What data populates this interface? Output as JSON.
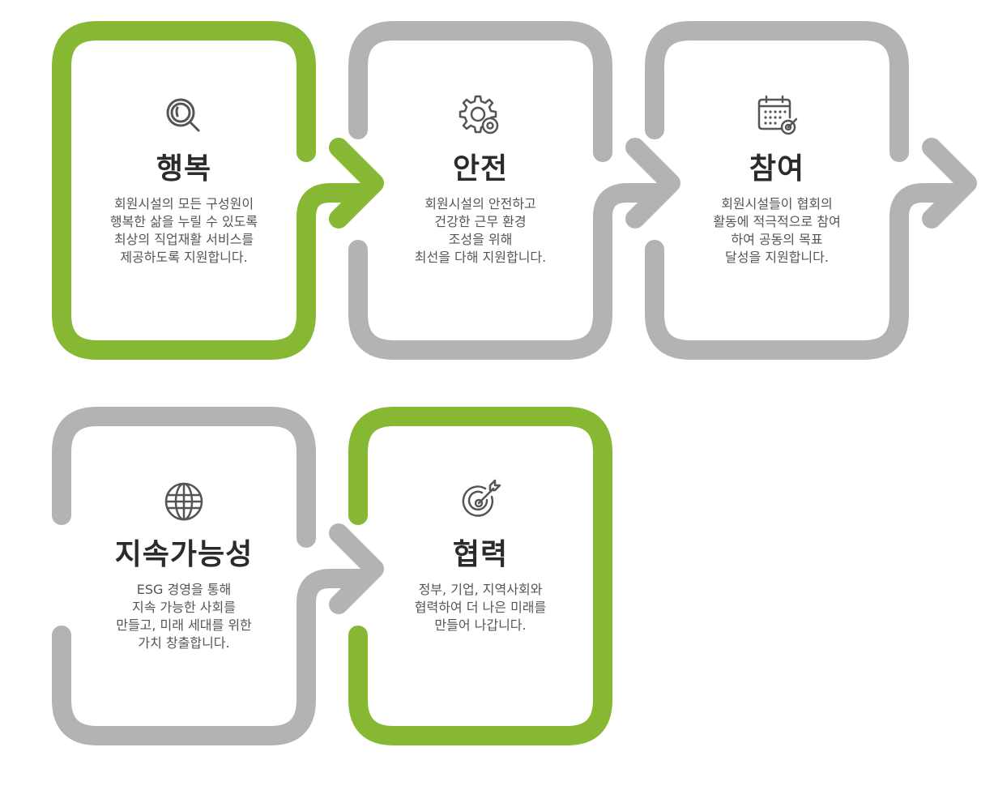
{
  "colors": {
    "green": "#86b834",
    "gray": "#b3b3b3",
    "text_dark": "#2b2b2b",
    "text_body": "#555555",
    "icon": "#555555"
  },
  "cards": [
    {
      "title": "행복",
      "icon": "search-icon",
      "color": "green",
      "lines": [
        "회원시설의 모든 구성원이",
        "행복한 삶을 누릴 수 있도록",
        "최상의 직업재활 서비스를",
        "제공하도록 지원합니다."
      ]
    },
    {
      "title": "안전",
      "icon": "gear-icon",
      "color": "gray",
      "lines": [
        "회원시설의 안전하고",
        "건강한 근무 환경",
        "조성을 위해",
        "최선을 다해 지원합니다."
      ]
    },
    {
      "title": "참여",
      "icon": "calendar-target-icon",
      "color": "gray",
      "lines": [
        "회원시설들이 협회의",
        "활동에 적극적으로 참여",
        "하여 공동의 목표",
        "달성을 지원합니다."
      ]
    },
    {
      "title": "지속가능성",
      "icon": "globe-icon",
      "color": "gray",
      "lines": [
        "ESG 경영을 통해",
        "지속 가능한 사회를",
        "만들고, 미래 세대를 위한",
        "가치 창출합니다."
      ]
    },
    {
      "title": "협력",
      "icon": "target-icon",
      "color": "green",
      "lines": [
        "정부, 기업, 지역사회와",
        "협력하여 더 나은 미래를",
        "만들어 나갑니다."
      ]
    }
  ]
}
